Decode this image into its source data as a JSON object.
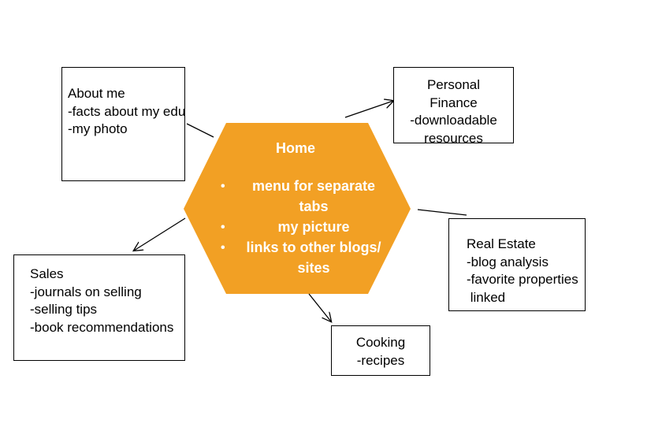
{
  "home": {
    "title": "Home",
    "items": [
      "menu for separate tabs",
      "my picture",
      "links to other blogs/ sites"
    ],
    "item_lines": [
      [
        "menu for separate",
        "tabs"
      ],
      [
        "my picture"
      ],
      [
        "links to other blogs/",
        "sites"
      ]
    ],
    "color": "#f2a024"
  },
  "nodes": {
    "about": {
      "lines": [
        "About me",
        "-facts about my edu",
        "-my photo"
      ]
    },
    "finance": {
      "lines": [
        "Personal",
        "Finance",
        "-downloadable",
        "resources"
      ]
    },
    "realestate": {
      "lines": [
        "Real Estate",
        "-blog analysis",
        "-favorite properties",
        " linked"
      ]
    },
    "sales": {
      "lines": [
        "Sales",
        "-journals on selling",
        "-selling tips",
        "-book recommendations"
      ]
    },
    "cooking": {
      "lines": [
        "Cooking",
        "-recipes"
      ]
    }
  }
}
